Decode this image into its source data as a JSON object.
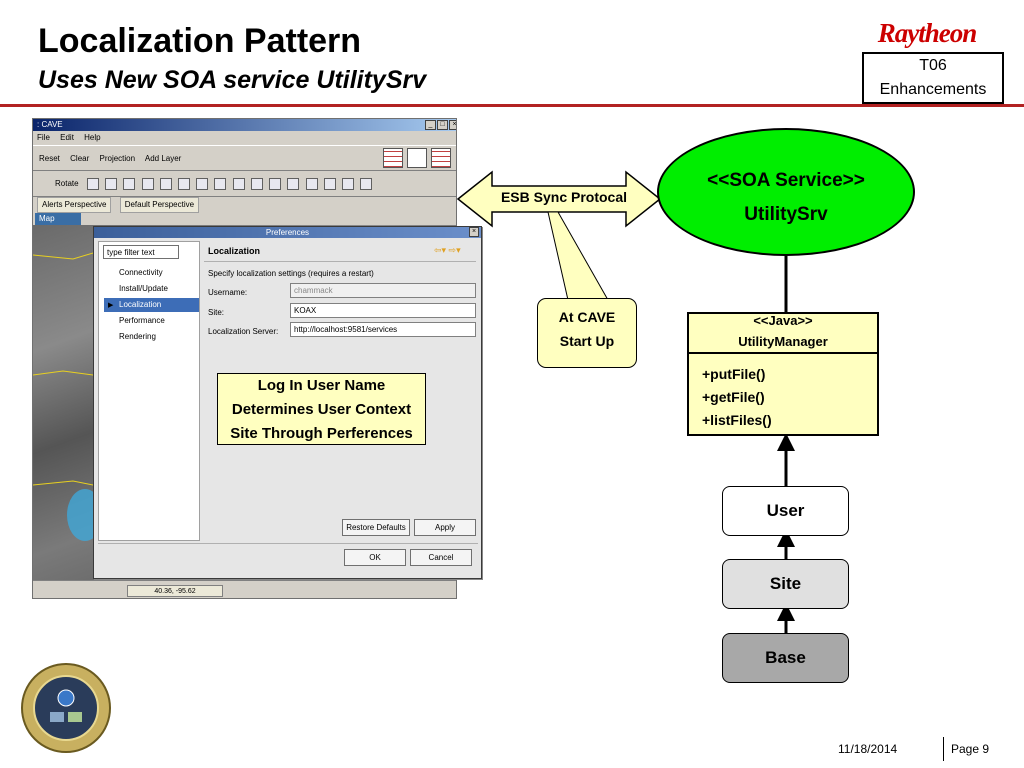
{
  "slide": {
    "title": "Localization Pattern",
    "subtitle": "Uses New SOA service UtilitySrv",
    "brand": "Raytheon",
    "project_line1": "T06",
    "project_line2": "Enhancements"
  },
  "cave_window": {
    "title": ": CAVE",
    "menu": [
      "File",
      "Edit",
      "Help"
    ],
    "toolbar": [
      "Reset",
      "Clear",
      "Projection",
      "Add Layer"
    ],
    "rotate_label": "Rotate",
    "perspectives": [
      "Alerts Perspective",
      "Default Perspective"
    ],
    "map_tab": "Map",
    "coords": "40.36, -95.62"
  },
  "preferences": {
    "title": "Preferences",
    "filter_placeholder": "type filter text",
    "tree": [
      "Connectivity",
      "Install/Update",
      "Localization",
      "Performance",
      "Rendering"
    ],
    "heading": "Localization",
    "description": "Specify localization settings (requires a restart)",
    "username_label": "Username:",
    "username_value": "chammack",
    "site_label": "Site:",
    "site_value": "KOAX",
    "server_label": "Localization Server:",
    "server_value": "http://localhost:9581/services",
    "restore_defaults": "Restore Defaults",
    "apply": "Apply",
    "ok": "OK",
    "cancel": "Cancel"
  },
  "callouts": {
    "login_line1": "Log In User Name",
    "login_line2": "Determines User Context",
    "login_line3": "Site Through Perferences",
    "at_cave_line1": "At CAVE",
    "at_cave_line2": "Start Up"
  },
  "diagram": {
    "esb_label": "ESB Sync Protocal",
    "service_stereotype": "<<SOA Service>>",
    "service_name": "UtilitySrv",
    "class_stereotype": "<<Java>>",
    "class_name": "UtilityManager",
    "methods": [
      "+putFile()",
      "+getFile()",
      "+listFiles()"
    ],
    "levels": [
      "User",
      "Site",
      "Base"
    ]
  },
  "footer": {
    "date": "11/18/2014",
    "page": "Page 9"
  },
  "colors": {
    "accent_rule": "#b22222",
    "brand": "#cc0000",
    "service_fill": "#00ee00",
    "note_fill": "#ffffc0"
  }
}
